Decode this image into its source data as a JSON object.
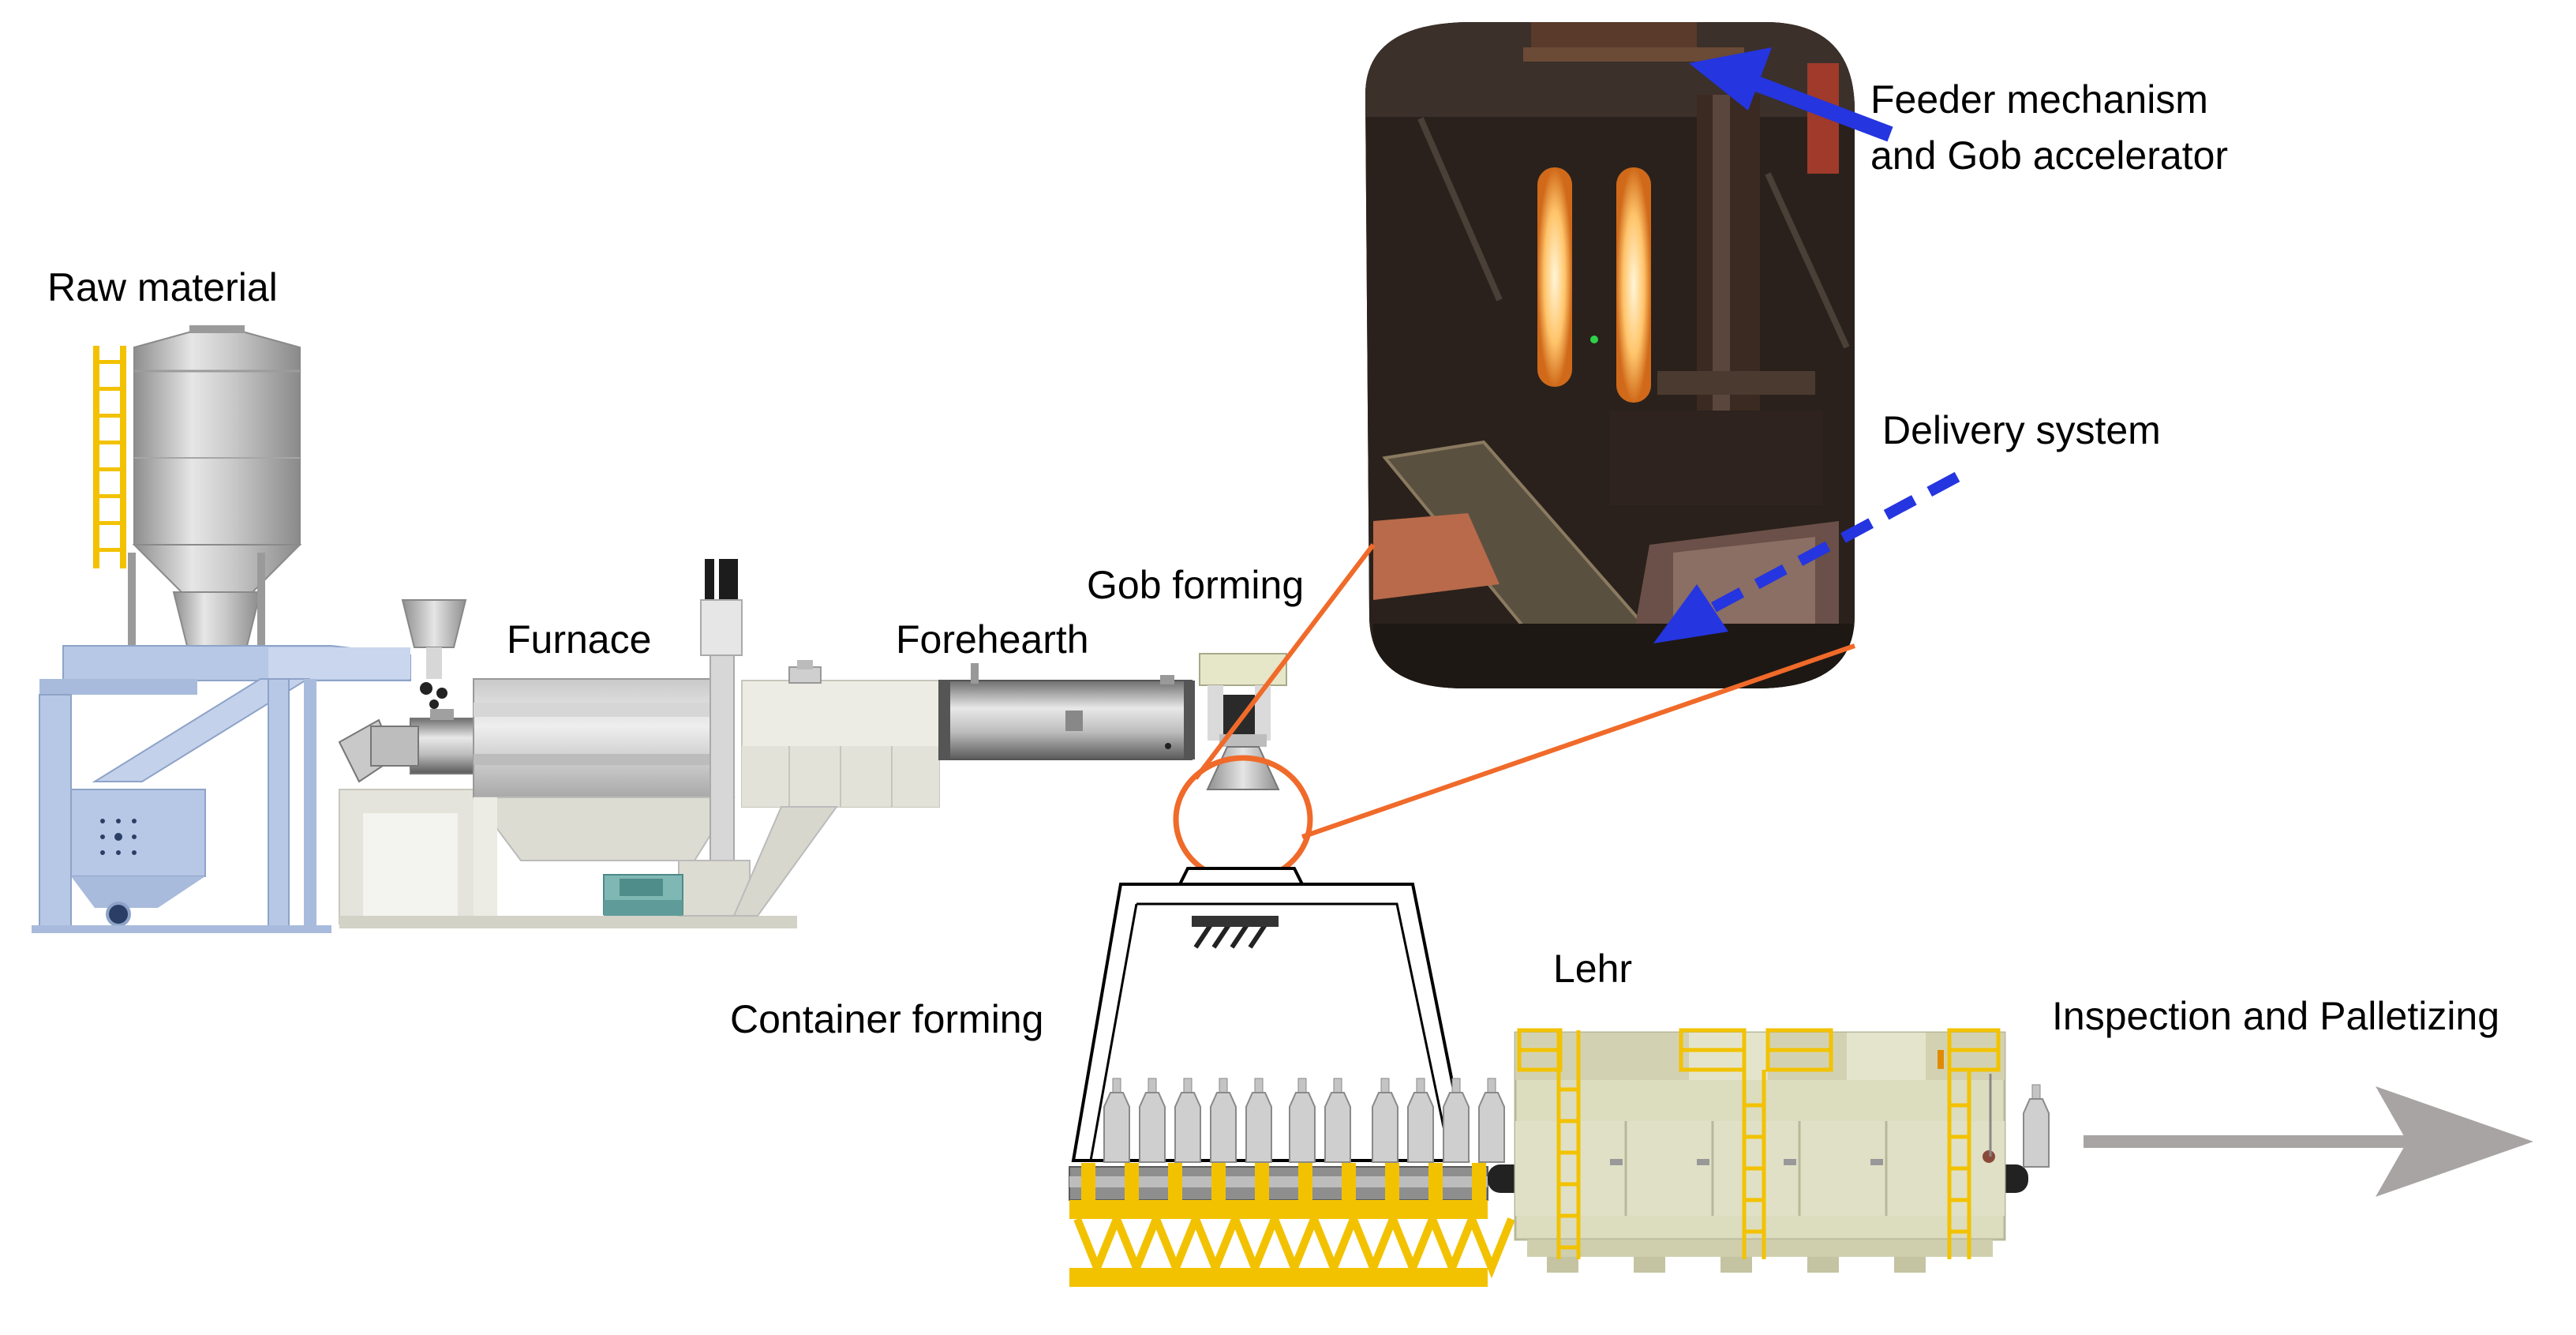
{
  "labels": {
    "raw_material": "Raw material",
    "furnace": "Furnace",
    "forehearth": "Forehearth",
    "gob_forming": "Gob forming",
    "feeder_line1": "Feeder mechanism",
    "feeder_line2": "and Gob accelerator",
    "delivery_system": "Delivery system",
    "container_forming": "Container forming",
    "lehr": "Lehr",
    "inspection": "Inspection and Palletizing"
  },
  "colors": {
    "silo": "#b8b8b8",
    "frame_blue": "#b7c8e6",
    "machine_cream": "#e4e4dc",
    "lehr_body": "#dcdcbf",
    "ladder_yellow": "#f2c200",
    "conveyor_yellow": "#f2c200",
    "callout_orange": "#f06a2a",
    "annotation_blue": "#2535e0",
    "arrow_gray": "#a9a4a4"
  },
  "icons": {
    "flow_arrow": "right-arrow-icon",
    "feeder_pointer": "solid-arrow-icon",
    "delivery_pointer": "dashed-arrow-icon"
  }
}
